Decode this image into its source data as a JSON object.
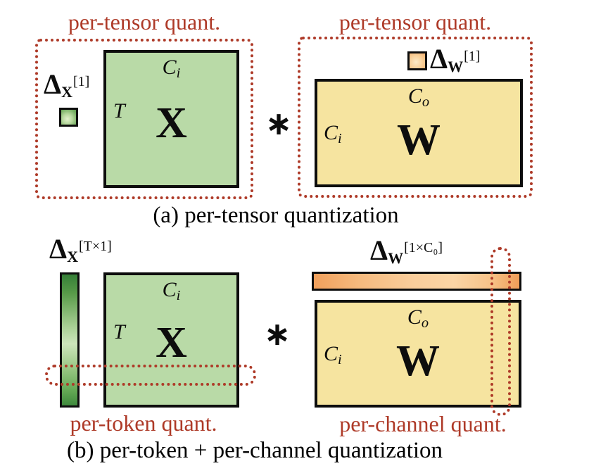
{
  "figure": {
    "panel_a": {
      "left_title": "per-tensor quant.",
      "right_title": "per-tensor quant.",
      "caption": "(a) per-tensor quantization",
      "operator": "∗",
      "delta_x": {
        "base": "Δ",
        "sub": "X",
        "sup": "[1]"
      },
      "delta_w": {
        "base": "Δ",
        "sub": "W",
        "sup": "[1]"
      },
      "x_matrix": {
        "name": "X",
        "top_dim": {
          "base": "C",
          "sub": "i"
        },
        "side_dim": {
          "base": "T",
          "sub": ""
        }
      },
      "w_matrix": {
        "name": "W",
        "top_dim": {
          "base": "C",
          "sub": "o"
        },
        "side_dim": {
          "base": "C",
          "sub": "i"
        }
      }
    },
    "panel_b": {
      "left_title": "per-token quant.",
      "right_title": "per-channel quant.",
      "caption": "(b) per-token + per-channel quantization",
      "operator": "∗",
      "delta_x": {
        "base": "Δ",
        "sub": "X",
        "sup": "[T×1]"
      },
      "delta_w": {
        "base": "Δ",
        "sub": "W",
        "sup": "[1×C₀]"
      },
      "x_matrix": {
        "name": "X",
        "top_dim": {
          "base": "C",
          "sub": "i"
        },
        "side_dim": {
          "base": "T",
          "sub": ""
        }
      },
      "w_matrix": {
        "name": "W",
        "top_dim": {
          "base": "C",
          "sub": "o"
        },
        "side_dim": {
          "base": "C",
          "sub": "i"
        }
      }
    },
    "colors": {
      "annotation_red": "#ae3a28",
      "activation_green": "#b9daa7",
      "weight_yellow": "#f6e4a0",
      "scale_green_dark": "#3a8a3c",
      "scale_orange": "#f2a55e",
      "outline": "#0d0d0d"
    }
  }
}
